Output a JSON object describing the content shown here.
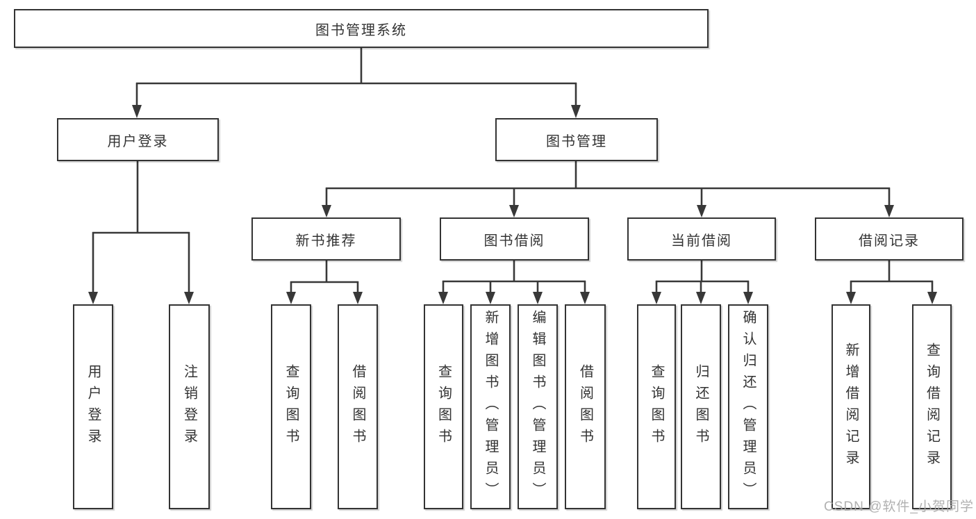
{
  "diagram": {
    "title": "图书管理系统",
    "nodes": {
      "user_login": "用户登录",
      "book_mgmt": "图书管理",
      "new_book": "新书推荐",
      "book_borrow": "图书借阅",
      "current_borrow": "当前借阅",
      "borrow_records": "借阅记录"
    },
    "leaves": {
      "user_login": [
        "用户登录",
        "注销登录"
      ],
      "new_book": [
        "查询图书",
        "借阅图书"
      ],
      "book_borrow": [
        "查询图书",
        "新增图书（管理员）",
        "编辑图书（管理员）",
        "借阅图书"
      ],
      "current_borrow": [
        "查询图书",
        "归还图书",
        "确认归还（管理员）"
      ],
      "borrow_records": [
        "新增借阅记录",
        "查询借阅记录"
      ]
    }
  },
  "watermark": "CSDN @软件_小贺同学",
  "colors": {
    "line": "#383838",
    "border": "#333333",
    "text": "#333333",
    "watermark": "#a9a9a9",
    "background": "#ffffff"
  }
}
